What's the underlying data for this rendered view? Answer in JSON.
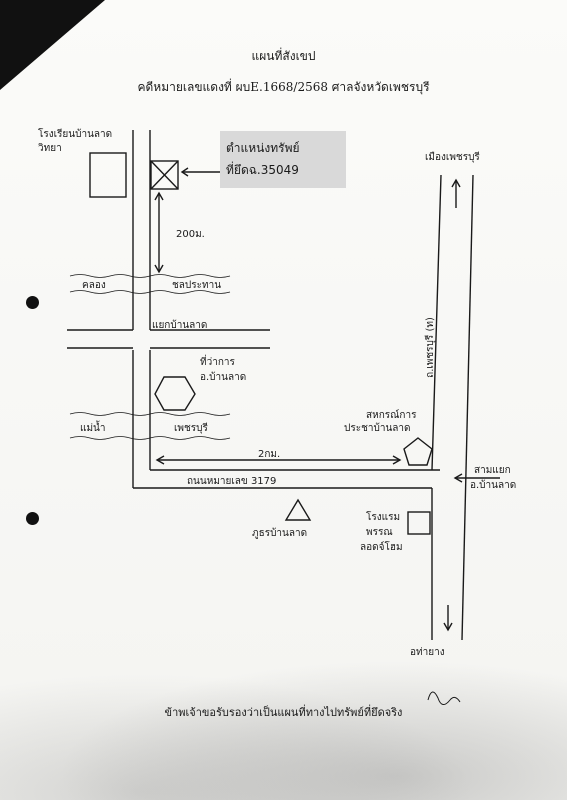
{
  "document": {
    "title": "แผนที่สังเขป",
    "case_line": "คดีหมายเลขแดงที่ ผบE.1668/2568 ศาลจังหวัดเพชรบุรี",
    "certification": "ข้าพเจ้าขอรับรองว่าเป็นแผนที่ทางไปทรัพย์ที่ยึดจริง"
  },
  "map": {
    "property_label_line1": "ตำแหน่งทรัพย์",
    "property_label_line2": "ที่ยึดฉ.35049",
    "school": "โรงเรียนบ้านลาด",
    "school_line2": "วิทยา",
    "distance_north": "200ม.",
    "canal": "คลอง",
    "canal_right": "ชลประทาน",
    "junction": "แยกบ้านลาด",
    "district_office_line1": "ที่ว่าการ",
    "district_office_line2": "อ.บ้านลาด",
    "river_left": "แม่น้ำ",
    "river_right": "เพชรบุรี",
    "coop_line1": "สหกรณ์การ",
    "coop_line2": "ประชาบ้านลาด",
    "distance_road": "2กม.",
    "road_name": "ถนนหมายเลข 3179",
    "to_city": "เมืองเพชรบุรี",
    "highway": "ถ.เพชรบุรี (ท)",
    "intersection_line1": "สามแยก",
    "intersection_line2": "อ.บ้านลาด",
    "police_station": "ภูธรบ้านลาด",
    "hotel_line1": "โรงแรม",
    "hotel_line2": "พรรณ",
    "hotel_line3": "ลอดจ์โฮม",
    "to_south": "อท่ายาง"
  }
}
